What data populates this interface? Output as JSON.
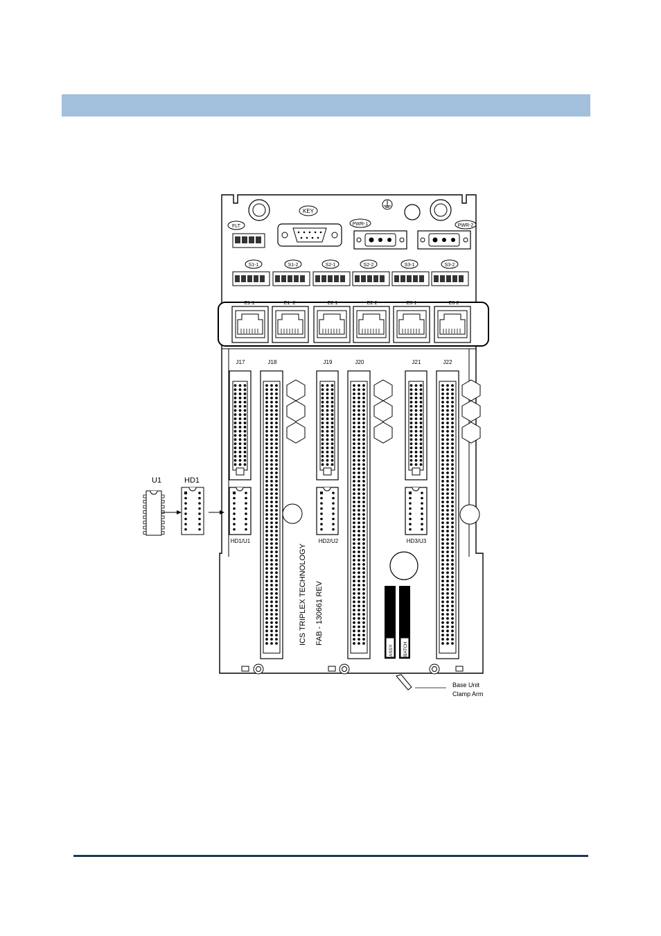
{
  "diagram": {
    "top_labels": {
      "key": "KEY",
      "flt": "FLT",
      "pwr1": "PWR-1",
      "pwr2": "PWR-2"
    },
    "serial_labels": [
      "S1-1",
      "S1-2",
      "S2-1",
      "S2-2",
      "S3-1",
      "S3-2"
    ],
    "ethernet_labels": [
      "E1-1",
      "E1- 2",
      "E2-1",
      "E2-2",
      "E3-1",
      "E3-2"
    ],
    "jacks": [
      "J17",
      "J18",
      "J19",
      "J20",
      "J21",
      "J22"
    ],
    "hd_labels": [
      "HD1/U1",
      "HD2/U2",
      "HD3/U3"
    ],
    "inset": {
      "u1": "U1",
      "hd1": "HD1"
    },
    "board_text": {
      "line1": "ICS TRIPLEX TECHNOLOGY",
      "line2": "FAB  -  130661 REV"
    },
    "strips": {
      "assy": "ASSY.",
      "batch": "BATCH"
    },
    "callout": {
      "line1": "Base Unit",
      "line2": "Clamp Arm"
    }
  }
}
